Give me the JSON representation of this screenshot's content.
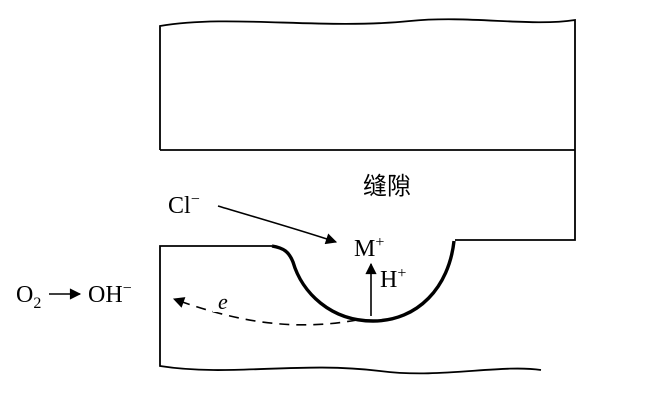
{
  "diagram": {
    "labels": {
      "crevice": "缝隙",
      "chloride": {
        "base": "Cl",
        "sup": "−"
      },
      "metal_ion": {
        "base": "M",
        "sup": "+"
      },
      "hydrogen_ion": {
        "base": "H",
        "sup": "+"
      },
      "oxygen": {
        "base": "O",
        "sub": "2"
      },
      "hydroxide": {
        "base": "OH",
        "sup": "−"
      },
      "electron": "e"
    },
    "colors": {
      "line": "#000000",
      "background": "#ffffff"
    }
  }
}
